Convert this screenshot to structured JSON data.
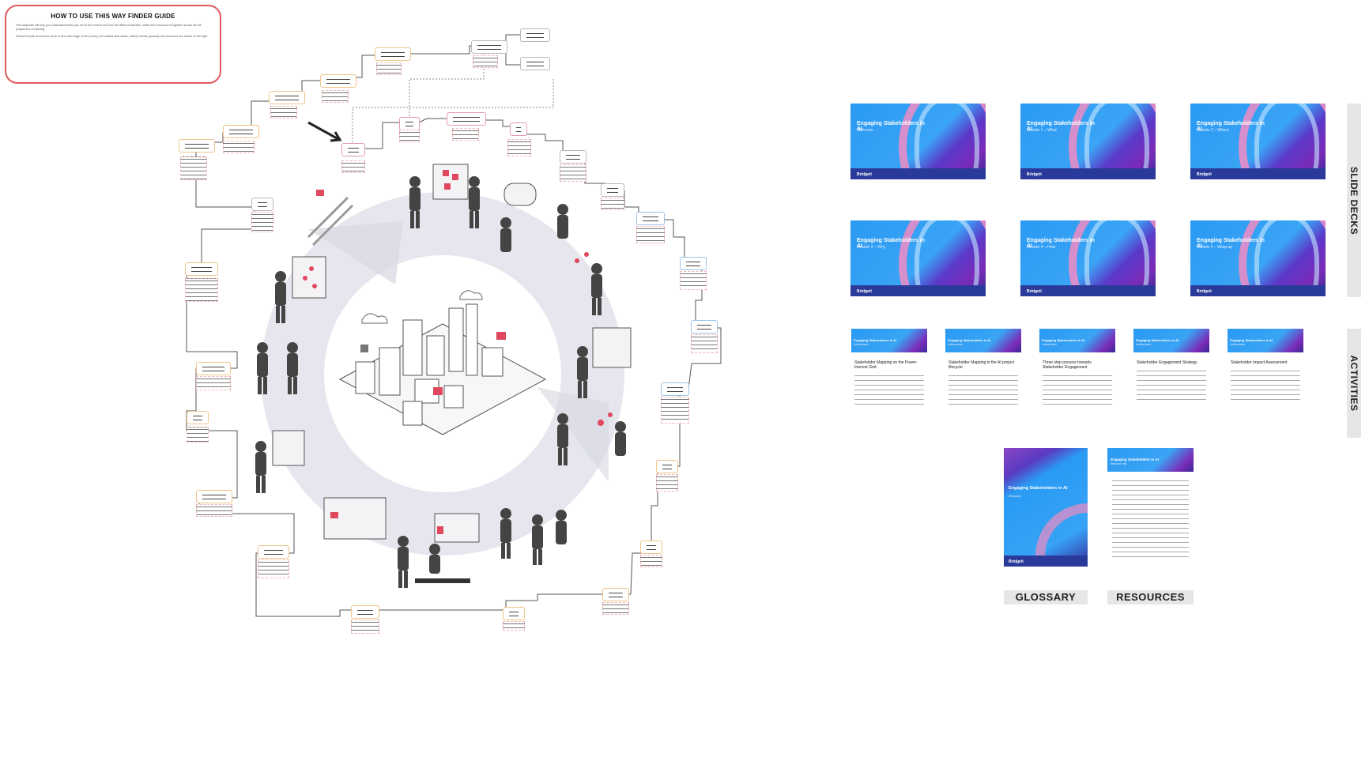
{
  "guide": {
    "title": "HOW TO USE THIS WAY FINDER GUIDE",
    "body_1": "This wayfinder will help you understand where you are in the module and how the different activities, slides and resources fit together across the full programme of learning.",
    "body_2": "Follow the path around the circle to see each stage of the journey; the related slide decks, activity sheets, glossary and resources are shown on the right."
  },
  "decks": [
    {
      "title": "Engaging Stakeholders in AI",
      "subtitle": "Welcome",
      "logo": "Bridgeit"
    },
    {
      "title": "Engaging Stakeholders in AI",
      "subtitle": "Module 1 – What",
      "logo": "Bridgeit"
    },
    {
      "title": "Engaging Stakeholders in AI",
      "subtitle": "Module 2 – Where",
      "logo": "Bridgeit"
    },
    {
      "title": "Engaging Stakeholders in AI",
      "subtitle": "Module 3 – Why",
      "logo": "Bridgeit"
    },
    {
      "title": "Engaging Stakeholders in AI",
      "subtitle": "Module 4 – How",
      "logo": "Bridgeit"
    },
    {
      "title": "Engaging Stakeholders in AI",
      "subtitle": "Module 5 – Wrap up",
      "logo": "Bridgeit"
    }
  ],
  "activities": [
    {
      "header": "Engaging Stakeholders in AI",
      "kind": "Activity sheet",
      "title": "Stakeholder Mapping on the Power-Interest Grid"
    },
    {
      "header": "Engaging Stakeholders in AI",
      "kind": "Activity sheet",
      "title": "Stakeholder Mapping in the AI project lifecycle"
    },
    {
      "header": "Engaging Stakeholders in AI",
      "kind": "Activity sheet",
      "title": "Three step process towards Stakeholder Engagement"
    },
    {
      "header": "Engaging Stakeholders in AI",
      "kind": "Activity sheet",
      "title": "Stakeholder Engagement Strategy"
    },
    {
      "header": "Engaging Stakeholders in AI",
      "kind": "Activity sheet",
      "title": "Stakeholder Impact Assessment"
    }
  ],
  "glossary": {
    "title": "Engaging Stakeholders in AI",
    "subtitle": "Glossary",
    "logo": "Bridgeit",
    "label": "GLOSSARY"
  },
  "resources": {
    "header": "Engaging Stakeholders in AI",
    "kind": "Resource list",
    "label": "RESOURCES"
  },
  "tabs": {
    "slide_decks": "SLIDE DECKS",
    "activities": "ACTIVITIES"
  },
  "colors": {
    "guide_border": "#e0585e",
    "accent_pink": "#e0485e",
    "deck_blue": "#2a9af3",
    "deck_purple": "#7a2bb8"
  }
}
